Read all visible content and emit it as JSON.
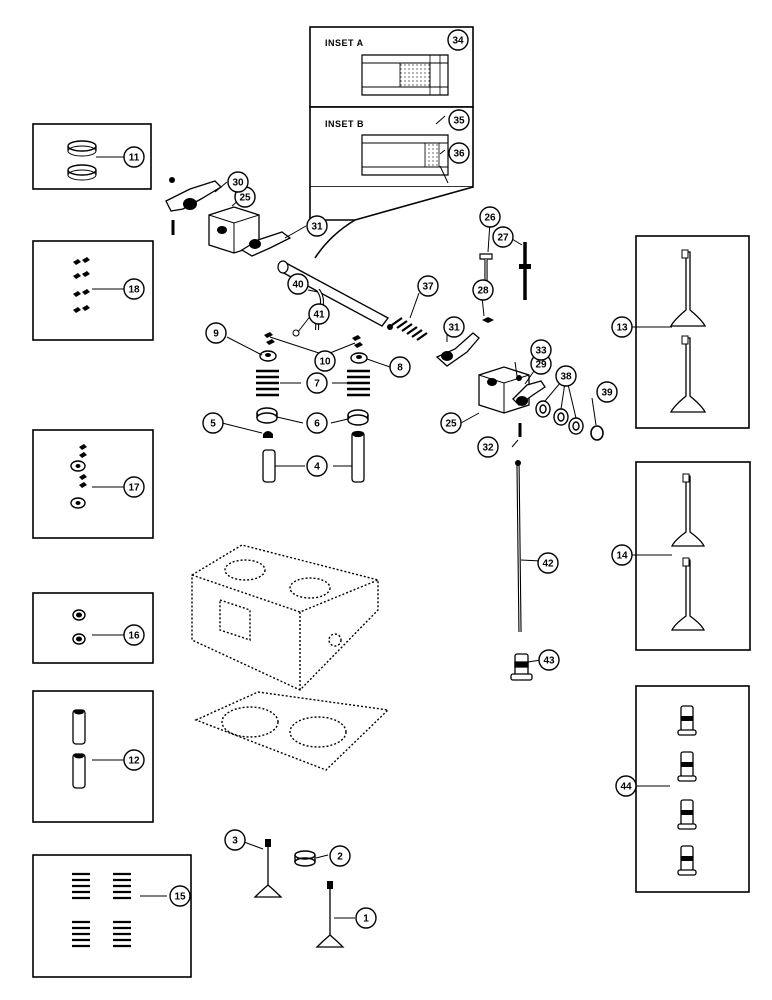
{
  "insets": {
    "a": {
      "title": "INSET A",
      "callout": "34"
    },
    "b": {
      "title": "INSET B",
      "callouts": [
        "35",
        "36"
      ]
    }
  },
  "callouts": [
    {
      "id": "1",
      "label": "1"
    },
    {
      "id": "2",
      "label": "2"
    },
    {
      "id": "3",
      "label": "3"
    },
    {
      "id": "4",
      "label": "4"
    },
    {
      "id": "5",
      "label": "5"
    },
    {
      "id": "6",
      "label": "6"
    },
    {
      "id": "7",
      "label": "7"
    },
    {
      "id": "8",
      "label": "8"
    },
    {
      "id": "9",
      "label": "9"
    },
    {
      "id": "10",
      "label": "10"
    },
    {
      "id": "11",
      "label": "11"
    },
    {
      "id": "12",
      "label": "12"
    },
    {
      "id": "13",
      "label": "13"
    },
    {
      "id": "14",
      "label": "14"
    },
    {
      "id": "15",
      "label": "15"
    },
    {
      "id": "16",
      "label": "16"
    },
    {
      "id": "17",
      "label": "17"
    },
    {
      "id": "18",
      "label": "18"
    },
    {
      "id": "25a",
      "label": "25"
    },
    {
      "id": "25b",
      "label": "25"
    },
    {
      "id": "26",
      "label": "26"
    },
    {
      "id": "27",
      "label": "27"
    },
    {
      "id": "28",
      "label": "28"
    },
    {
      "id": "29",
      "label": "29"
    },
    {
      "id": "30",
      "label": "30"
    },
    {
      "id": "31a",
      "label": "31"
    },
    {
      "id": "31b",
      "label": "31"
    },
    {
      "id": "32",
      "label": "32"
    },
    {
      "id": "33",
      "label": "33"
    },
    {
      "id": "37",
      "label": "37"
    },
    {
      "id": "38",
      "label": "38"
    },
    {
      "id": "39",
      "label": "39"
    },
    {
      "id": "40",
      "label": "40"
    },
    {
      "id": "41",
      "label": "41"
    },
    {
      "id": "42",
      "label": "42"
    },
    {
      "id": "43",
      "label": "43"
    },
    {
      "id": "44",
      "label": "44"
    }
  ]
}
